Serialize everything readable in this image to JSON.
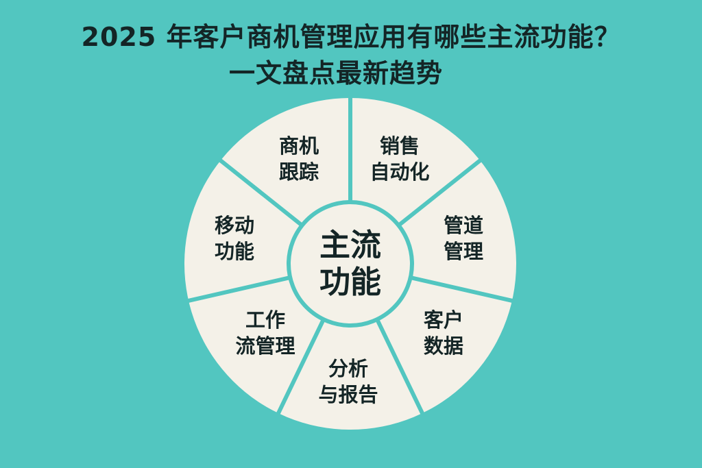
{
  "title": {
    "line1": "2025 年客户商机管理应用有哪些主流功能？",
    "line2": "一文盘点最新趋势"
  },
  "diagram": {
    "type": "segmented-wheel",
    "center": {
      "line1": "主流",
      "line2": "功能"
    },
    "segments": [
      {
        "line1": "商机",
        "line2": "跟踪"
      },
      {
        "line1": "销售",
        "line2": "自动化"
      },
      {
        "line1": "管道",
        "line2": "管理"
      },
      {
        "line1": "客户",
        "line2": "数据"
      },
      {
        "line1": "分析",
        "line2": "与报告"
      },
      {
        "line1": "工作",
        "line2": "流管理"
      },
      {
        "line1": "移动",
        "line2": "功能"
      }
    ]
  },
  "colors": {
    "background": "#52C6C0",
    "segment_fill": "#F4F1E8",
    "divider": "#52C6C0",
    "text": "#142526"
  }
}
